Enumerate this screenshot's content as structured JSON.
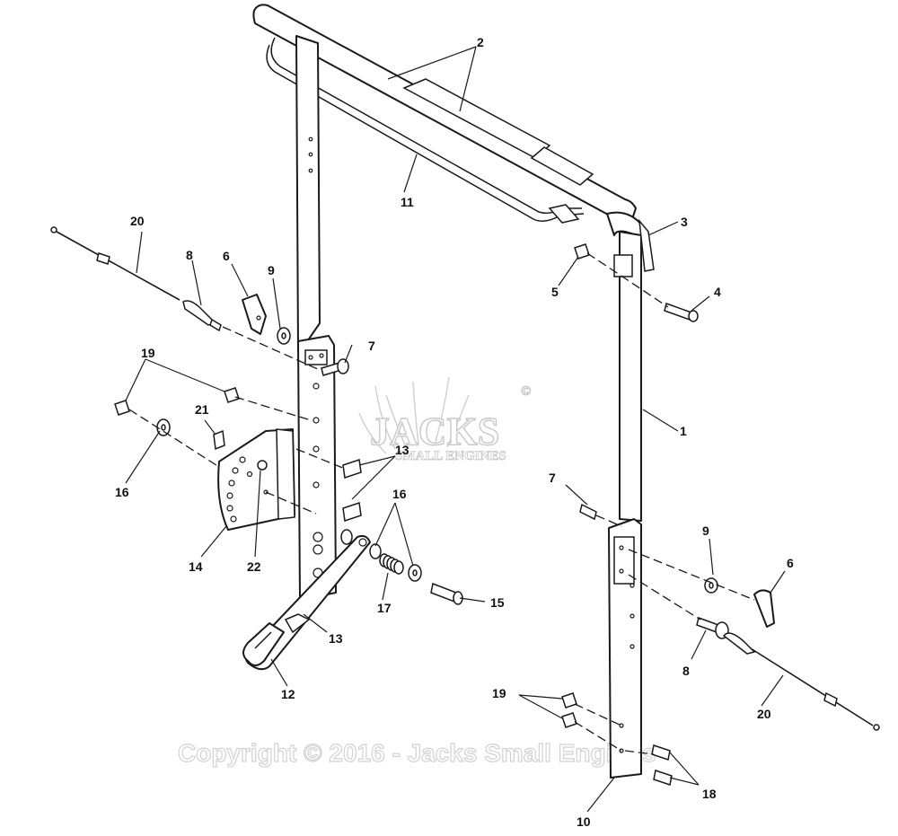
{
  "watermark": {
    "logo": "JACKS",
    "logo_mark": "©",
    "logo_sub": "SMALL ENGINES",
    "copyright": "Copyright © 2016 - Jacks Small Engines"
  },
  "callouts": {
    "c1": "1",
    "c2": "2",
    "c3": "3",
    "c4": "4",
    "c5": "5",
    "c6a": "6",
    "c6b": "6",
    "c7a": "7",
    "c7b": "7",
    "c8a": "8",
    "c8b": "8",
    "c9a": "9",
    "c9b": "9",
    "c10": "10",
    "c11": "11",
    "c12": "12",
    "c13a": "13",
    "c13b": "13",
    "c14": "14",
    "c15": "15",
    "c16a": "16",
    "c16b": "16",
    "c17": "17",
    "c18": "18",
    "c19a": "19",
    "c19b": "19",
    "c20a": "20",
    "c20b": "20",
    "c21": "21",
    "c22": "22"
  }
}
